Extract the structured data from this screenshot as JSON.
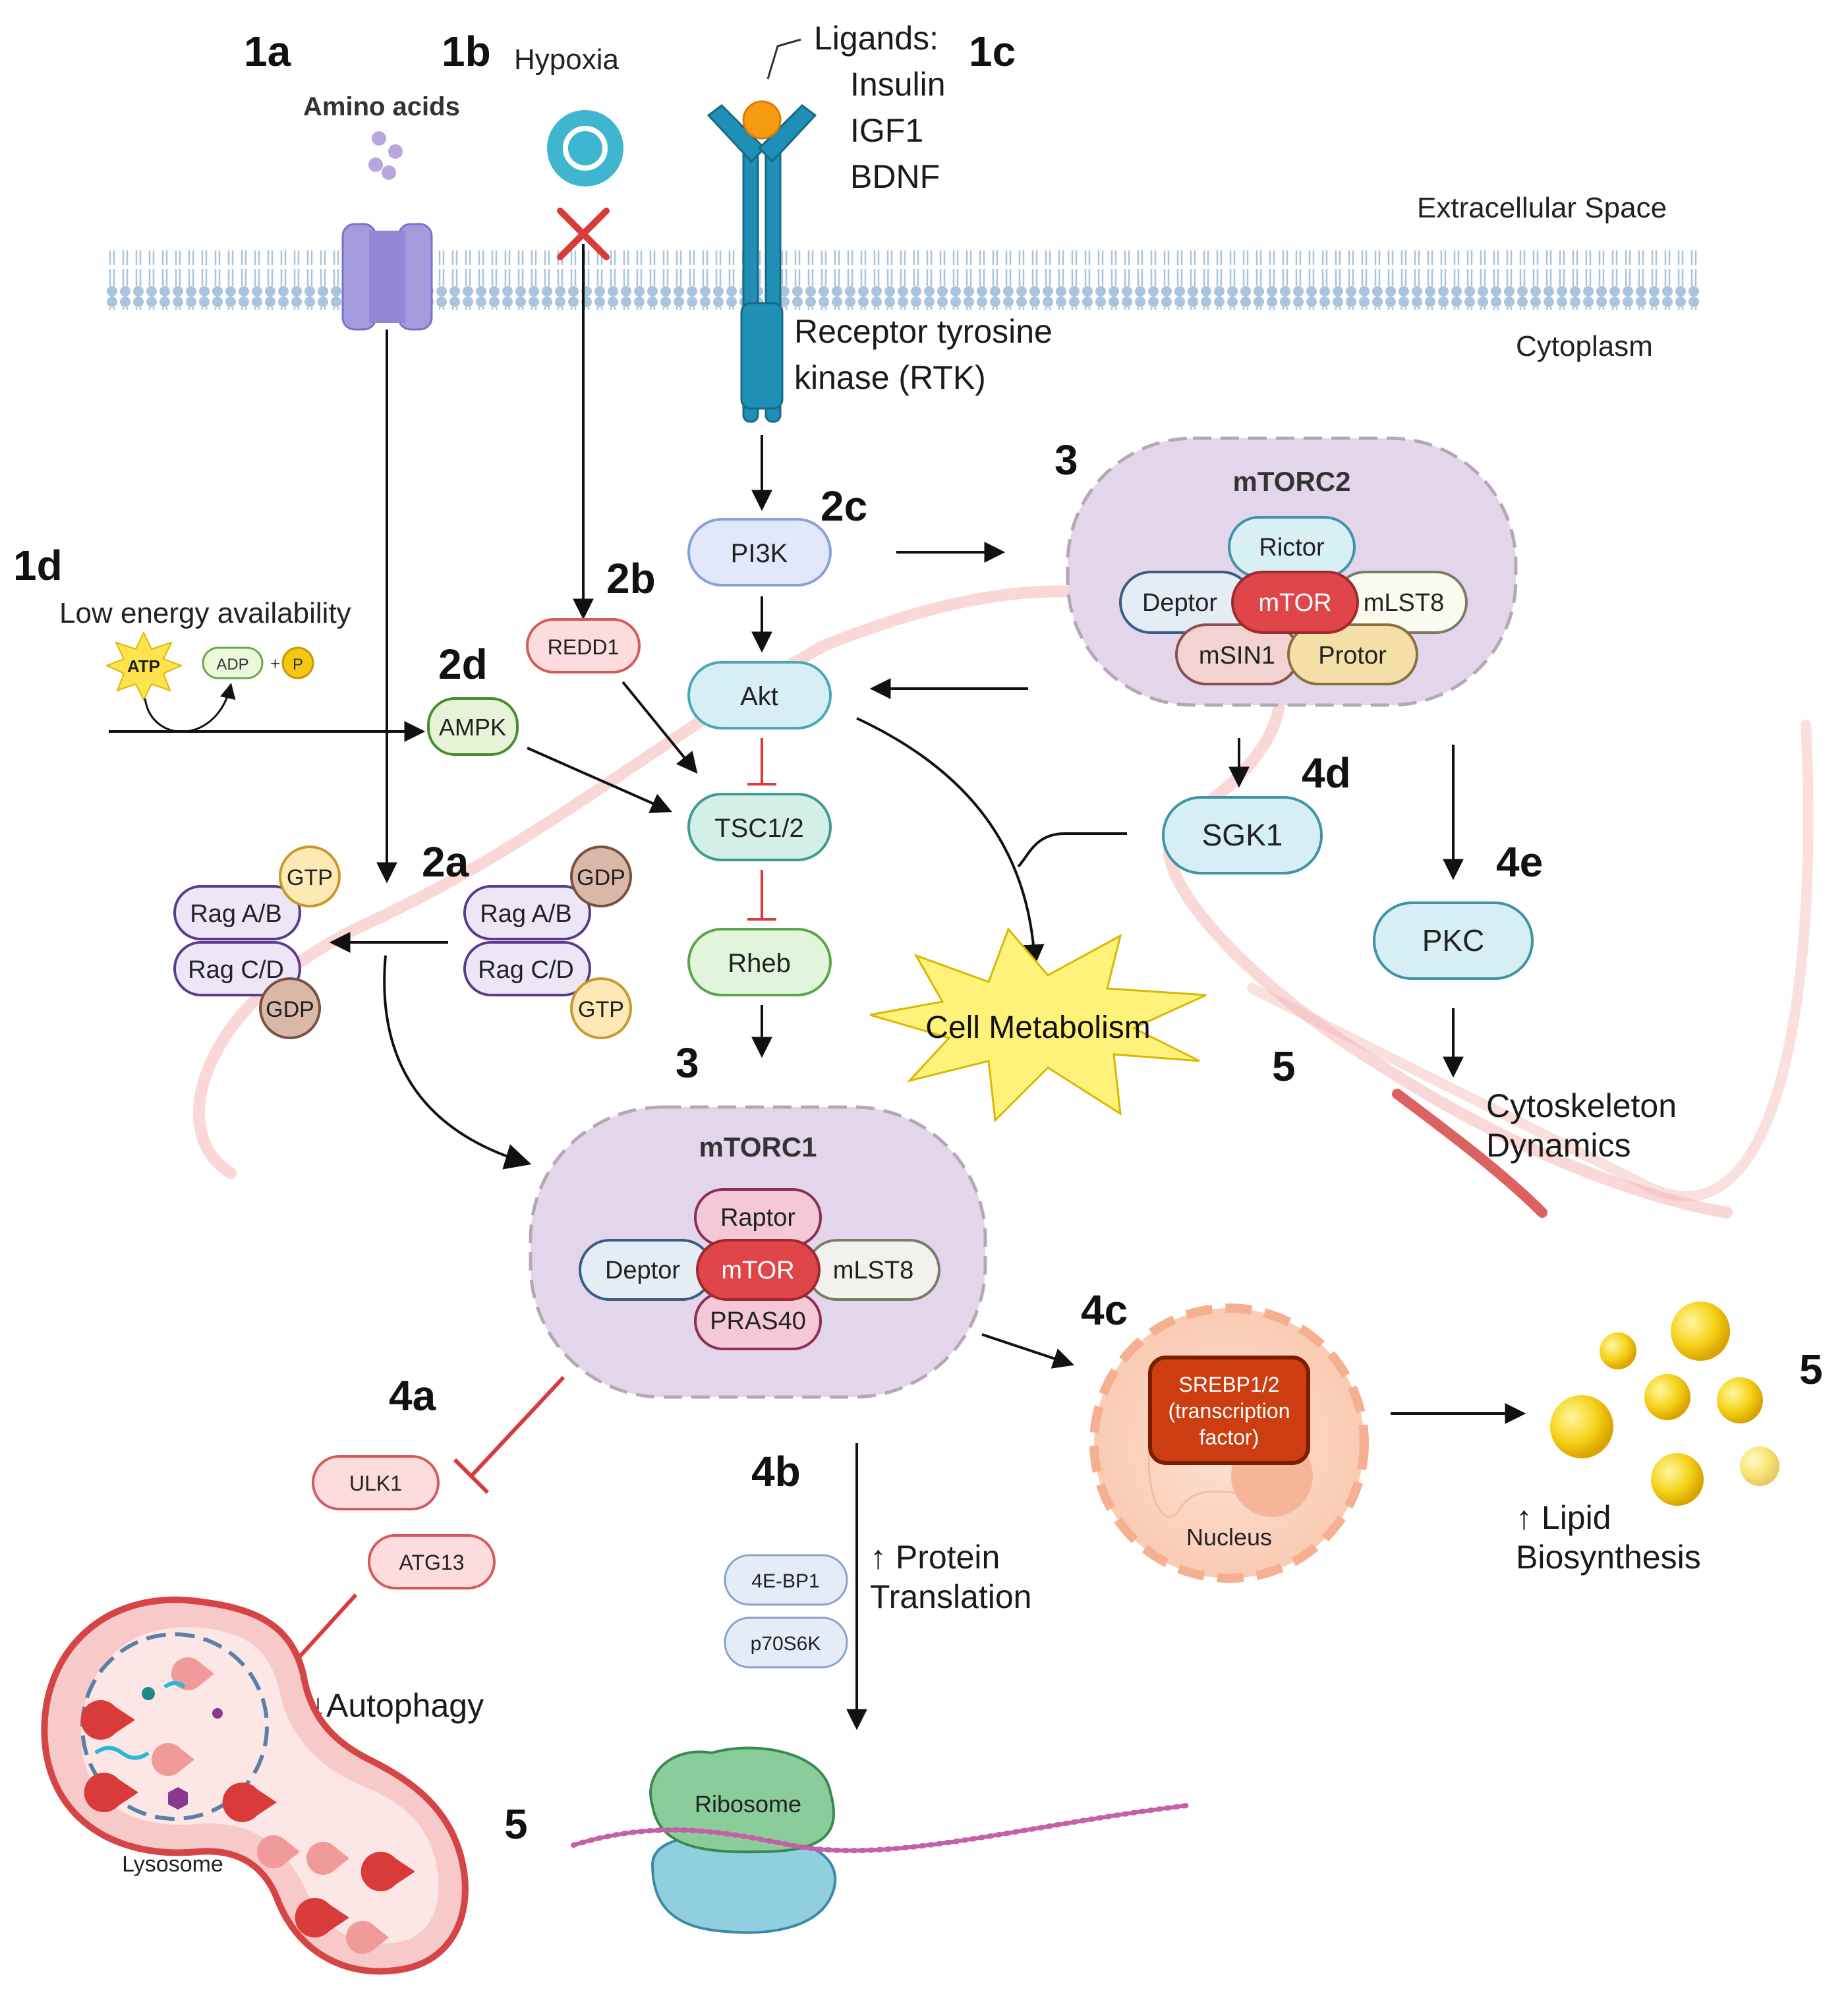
{
  "steps": {
    "s1a": "1a",
    "s1b": "1b",
    "s1c": "1c",
    "s1d": "1d",
    "s2a": "2a",
    "s2b": "2b",
    "s2c": "2c",
    "s2d": "2d",
    "s3_top": "3",
    "s3_bottom": "3",
    "s4a": "4a",
    "s4b": "4b",
    "s4c": "4c",
    "s4d": "4d",
    "s4e": "4e",
    "s5_metabolism": "5",
    "s5_lipid": "5",
    "s5_ribosome": "5"
  },
  "inputs": {
    "amino_acids": "Amino acids",
    "hypoxia": "Hypoxia",
    "oxygen_symbol": "O",
    "ligands_title": "Ligands:",
    "ligands": [
      "Insulin",
      "IGF1",
      "BDNF"
    ],
    "low_energy": "Low energy availability",
    "atp": "ATP",
    "adp": "ADP",
    "plus": "+",
    "phosphate": "P"
  },
  "compartments": {
    "extracellular": "Extracellular Space",
    "cytoplasm": "Cytoplasm",
    "rtk_line1": "Receptor tyrosine",
    "rtk_line2": "kinase (RTK)"
  },
  "nodes": {
    "pi3k": "PI3K",
    "akt": "Akt",
    "tsc": "TSC1/2",
    "rheb": "Rheb",
    "redd1": "REDD1",
    "ampk": "AMPK",
    "sgk1": "SGK1",
    "pkc": "PKC",
    "rag_ab": "Rag A/B",
    "rag_cd": "Rag C/D",
    "gtp": "GTP",
    "gdp": "GDP",
    "ulk1": "ULK1",
    "atg13": "ATG13",
    "ebp1": "4E-BP1",
    "p70s6k": "p70S6K",
    "srebp_line1": "SREBP1/2",
    "srebp_line2": "(transcription",
    "srebp_line3": "factor)"
  },
  "mtorc2": {
    "title": "mTORC2",
    "rictor": "Rictor",
    "deptor": "Deptor",
    "mtor": "mTOR",
    "mlst8": "mLST8",
    "msin1": "mSIN1",
    "protor": "Protor"
  },
  "mtorc1": {
    "title": "mTORC1",
    "raptor": "Raptor",
    "deptor": "Deptor",
    "mtor": "mTOR",
    "mlst8": "mLST8",
    "pras40": "PRAS40"
  },
  "outcomes": {
    "cell_metabolism": "Cell Metabolism",
    "cytoskeleton_line1": "Cytoskeleton",
    "cytoskeleton_line2": "Dynamics",
    "lipid_line1": "↑ Lipid",
    "lipid_line2": "Biosynthesis",
    "protein_line1": "↑ Protein",
    "protein_line2": "Translation",
    "autophagy": "↓Autophagy",
    "lysosome": "Lysosome",
    "nucleus": "Nucleus",
    "ribosome": "Ribosome"
  },
  "colors": {
    "membrane": "#a9c4dc",
    "receptor": "#1f8fb5",
    "inhibit": "#d93a3a",
    "complex_fill": "#e3d6ea",
    "mtor_red": "#e0454a"
  }
}
